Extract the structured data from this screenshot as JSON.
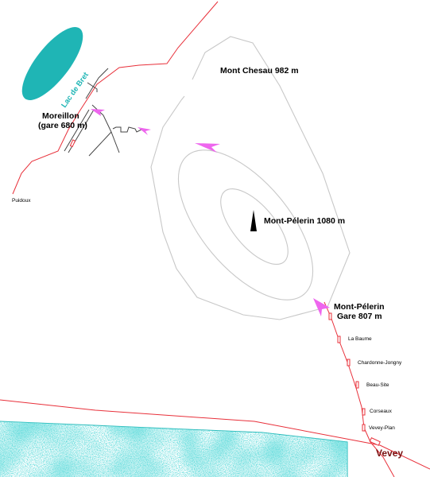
{
  "colors": {
    "railway": "#e8303a",
    "contour": "#c8c8c8",
    "track": "#444444",
    "arrow": "#ee66ee",
    "water": "#1fb5b5",
    "summit": "#000000",
    "vevey_label": "#7a1010"
  },
  "labels": {
    "lac_de_bret": "Lac de Bret",
    "moreillon_line1": "Moreillon",
    "moreillon_line2": "(gare 680 m)",
    "puidoux": "Puidoux",
    "mont_chesau": "Mont Chesau 982 m",
    "mont_pelerin_summit": "Mont-Pélerin 1080 m",
    "mont_pelerin_gare_line1": "Mont-Pélerin",
    "mont_pelerin_gare_line2": "Gare 807 m",
    "la_baume": "La Baume",
    "chardonne_jongny": "Chardonne-Jongny",
    "beau_site": "Beau-Site",
    "corseaux": "Corseaux",
    "vevey_plan": "Vevey-Plan",
    "vevey": "Vevey"
  },
  "icons": {
    "summit": "summit-triangle-icon",
    "arrow": "arrowhead-icon",
    "station": "station-marker-icon"
  }
}
